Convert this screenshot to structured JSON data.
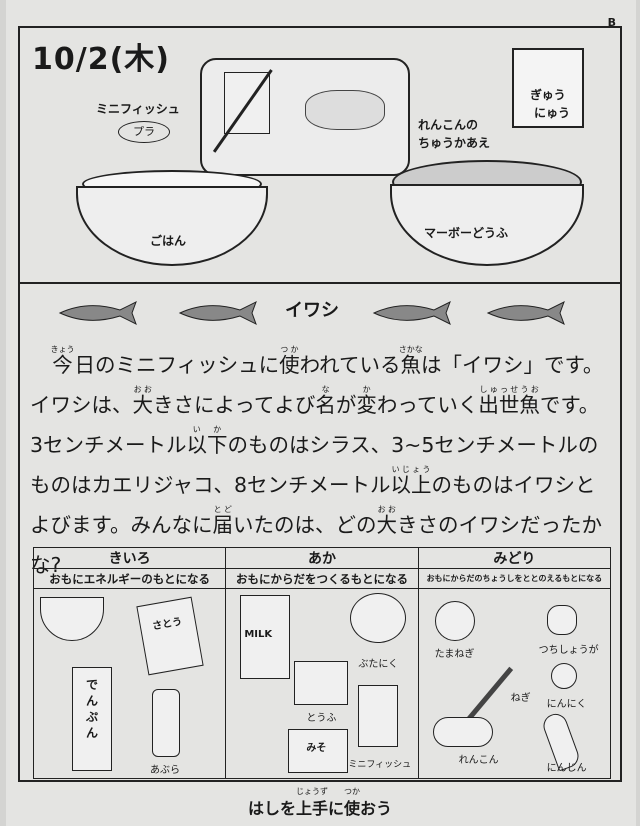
{
  "header": {
    "date": "10/2(木)",
    "version_badge": "B"
  },
  "menu": {
    "mini_fish": "ミニフィッシュ",
    "plastic_tag": "プラ",
    "renkon": "れんこんの",
    "renkon2": "ちゅうかあえ",
    "milk": "ぎゅう",
    "milk2": "にゅう",
    "rice": "ごはん",
    "mabo": "マーボーどうふ"
  },
  "fish_section": {
    "title": "イワシ"
  },
  "paragraph": [
    {
      "t": "今",
      "r": "きょう"
    },
    {
      "t": "日",
      "r": ""
    },
    {
      "t": "のミニフィッシュに"
    },
    {
      "t": "使",
      "r": "つか"
    },
    {
      "t": "われている"
    },
    {
      "t": "魚",
      "r": "さかな"
    },
    {
      "t": "は「イワシ」です。イワシは、"
    },
    {
      "t": "大",
      "r": "おお"
    },
    {
      "t": "きさによってよび"
    },
    {
      "t": "名",
      "r": "な"
    },
    {
      "t": "が"
    },
    {
      "t": "変",
      "r": "か"
    },
    {
      "t": "わっていく"
    },
    {
      "t": "出世魚",
      "r": "しゅっせうお"
    },
    {
      "t": "です。3センチメートル"
    },
    {
      "t": "以下",
      "r": "いか"
    },
    {
      "t": "のものはシラス、3~5センチメートルのものはカエリジャコ、8センチメートル"
    },
    {
      "t": "以上",
      "r": "いじょう"
    },
    {
      "t": "のものはイワシとよびます。みんなに"
    },
    {
      "t": "届",
      "r": "とど"
    },
    {
      "t": "いたのは、どの"
    },
    {
      "t": "大",
      "r": "おお"
    },
    {
      "t": "きさのイワシだったかな?"
    }
  ],
  "groups": [
    {
      "name": "きいろ",
      "desc": "おもにエネルギーのもとになる",
      "foods": [
        "さとう",
        "でんぷん",
        "あぶら"
      ]
    },
    {
      "name": "あか",
      "desc": "おもにからだをつくるもとになる",
      "foods": [
        "MILK",
        "ぶたにく",
        "とうふ",
        "みそ",
        "ミニフィッシュ"
      ]
    },
    {
      "name": "みどり",
      "desc": "おもにからだのちょうしをととのえるもとになる",
      "foods": [
        "たまねぎ",
        "つちしょうが",
        "ねぎ",
        "にんにく",
        "れんこん",
        "にんじん"
      ]
    }
  ],
  "footer": {
    "motto": "はしを上手に使おう",
    "motto_ruby_1": "じょうず",
    "motto_ruby_2": "つか"
  }
}
